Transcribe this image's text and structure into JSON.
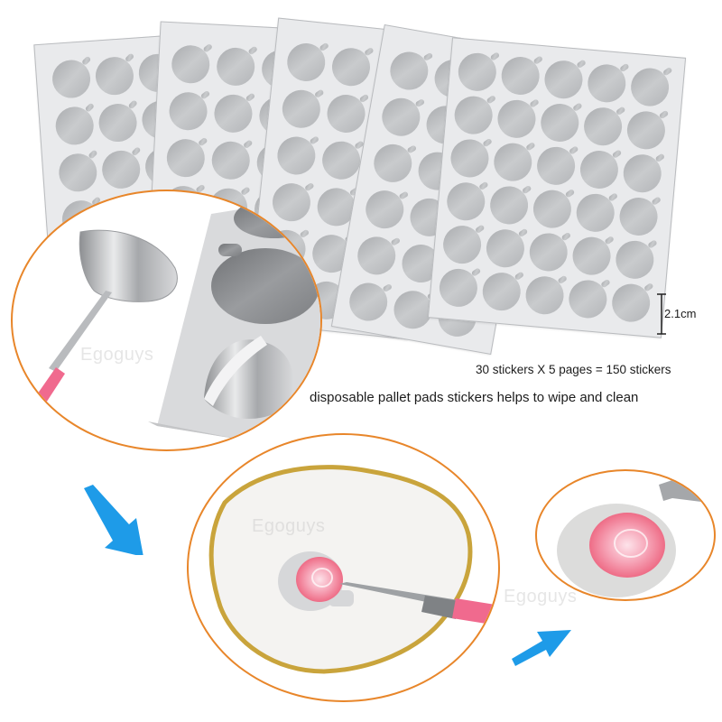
{
  "product": {
    "sheets": {
      "count": 5,
      "stickers_per_sheet": 30,
      "grid": {
        "columns": 5,
        "rows": 6
      },
      "sticker_color": "#b8babd",
      "sheet_color": "#e9eaec"
    },
    "dimension_label": "2.1cm",
    "caption_quantity": "30 stickers X 5 pages = 150 stickers",
    "caption_usage": "disposable pallet pads stickers helps to wipe and clean",
    "watermark": "Egoguys"
  },
  "insets": {
    "peel_detail": {
      "ring_color": "#e8862a"
    },
    "palette_use": {
      "ring_color": "#e8862a",
      "paint_color": "#f07a92",
      "handle_color": "#f06a8e"
    },
    "peeled_pad": {
      "ring_color": "#e8862a",
      "paint_color": "#f07a92"
    }
  },
  "arrows": {
    "color": "#1e9be8",
    "items": [
      {
        "name": "arrow-down-right",
        "direction": "down-right"
      },
      {
        "name": "arrow-up-right",
        "direction": "up-right"
      }
    ]
  }
}
